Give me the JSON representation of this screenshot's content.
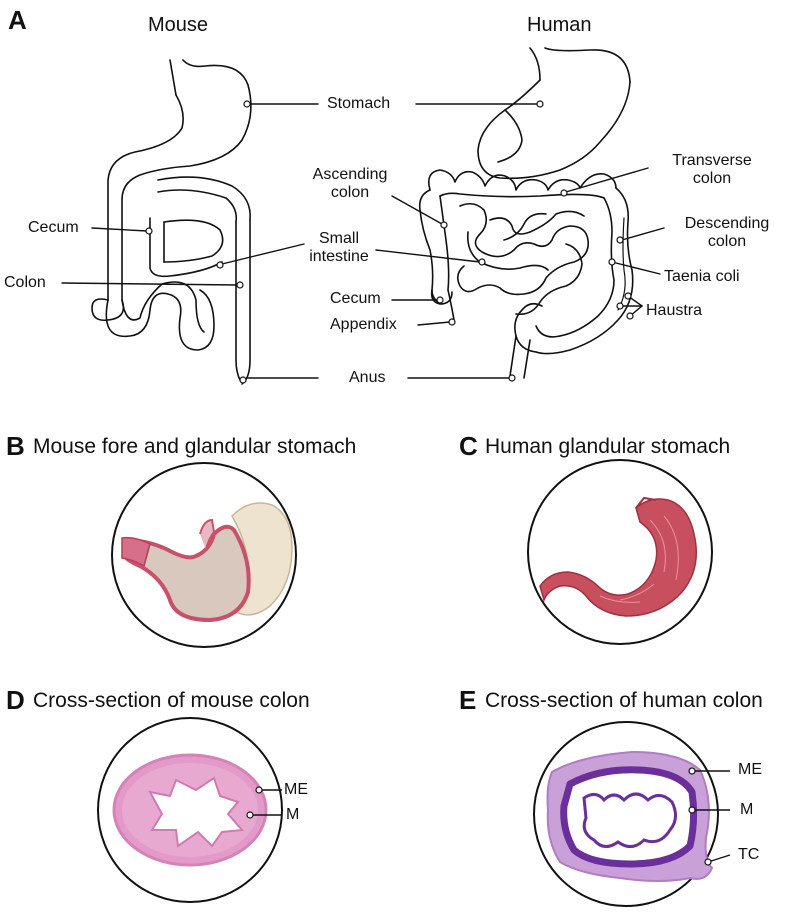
{
  "panels": {
    "A": {
      "letter": "A",
      "mouse_title": "Mouse",
      "human_title": "Human",
      "labels": {
        "stomach": "Stomach",
        "mouse_cecum": "Cecum",
        "colon": "Colon",
        "small_intestine_1": "Small",
        "small_intestine_2": "intestine",
        "ascending_1": "Ascending",
        "ascending_2": "colon",
        "transverse_1": "Transverse",
        "transverse_2": "colon",
        "descending_1": "Descending",
        "descending_2": "colon",
        "taenia_coli": "Taenia coli",
        "haustra": "Haustra",
        "human_cecum": "Cecum",
        "appendix": "Appendix",
        "anus": "Anus"
      }
    },
    "B": {
      "letter": "B",
      "title": "Mouse fore and glandular stomach"
    },
    "C": {
      "letter": "C",
      "title": "Human glandular stomach"
    },
    "D": {
      "letter": "D",
      "title": "Cross-section of mouse colon",
      "labels": {
        "me": "ME",
        "m": "M"
      }
    },
    "E": {
      "letter": "E",
      "title": "Cross-section of human colon",
      "labels": {
        "me": "ME",
        "m": "M",
        "tc": "TC"
      }
    }
  },
  "colors": {
    "stroke": "#111111",
    "mouse_stomach_pink": "#c9506a",
    "mouse_stomach_inner": "#cbbcb0",
    "human_stomach": "#c8505e",
    "mouse_colon_tissue": "#e49ac8",
    "human_colon_tissue": "#c9a0d8",
    "human_colon_mucosa": "#6a2f9a"
  }
}
